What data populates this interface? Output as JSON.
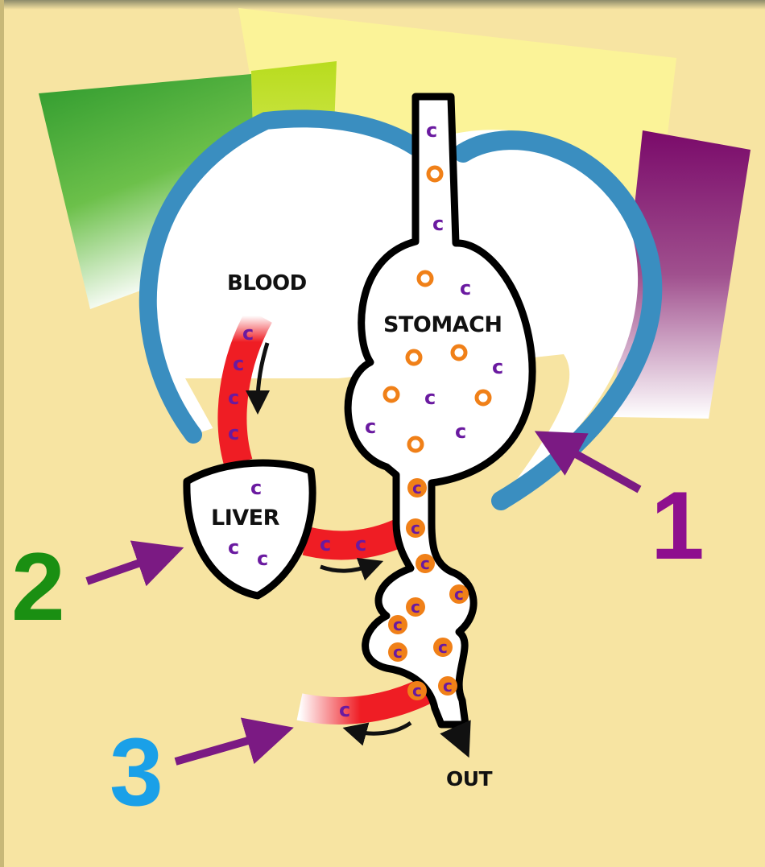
{
  "labels": {
    "blood": "BLOOD",
    "stomach": "STOMACH",
    "liver": "LIVER",
    "out": "OUT"
  },
  "markers": [
    {
      "id": "1",
      "text": "1",
      "color": "#8e0f8e"
    },
    {
      "id": "2",
      "text": "2",
      "color": "#1a8f12"
    },
    {
      "id": "3",
      "text": "3",
      "color": "#1aa0e8"
    }
  ],
  "molecule_letter": "c",
  "colors": {
    "background": "#f7e4a2",
    "arrow_purple": "#7b1a83",
    "blood_red": "#ef1d24",
    "molecule_purple": "#6a1aa0",
    "molecule_orange": "#f08018",
    "outline_blue": "#3a8ec0",
    "band_green": "#2e9a2e",
    "band_lime": "#b8dc1e",
    "band_yellow": "#fbf398",
    "band_purple": "#7a0a6a"
  }
}
